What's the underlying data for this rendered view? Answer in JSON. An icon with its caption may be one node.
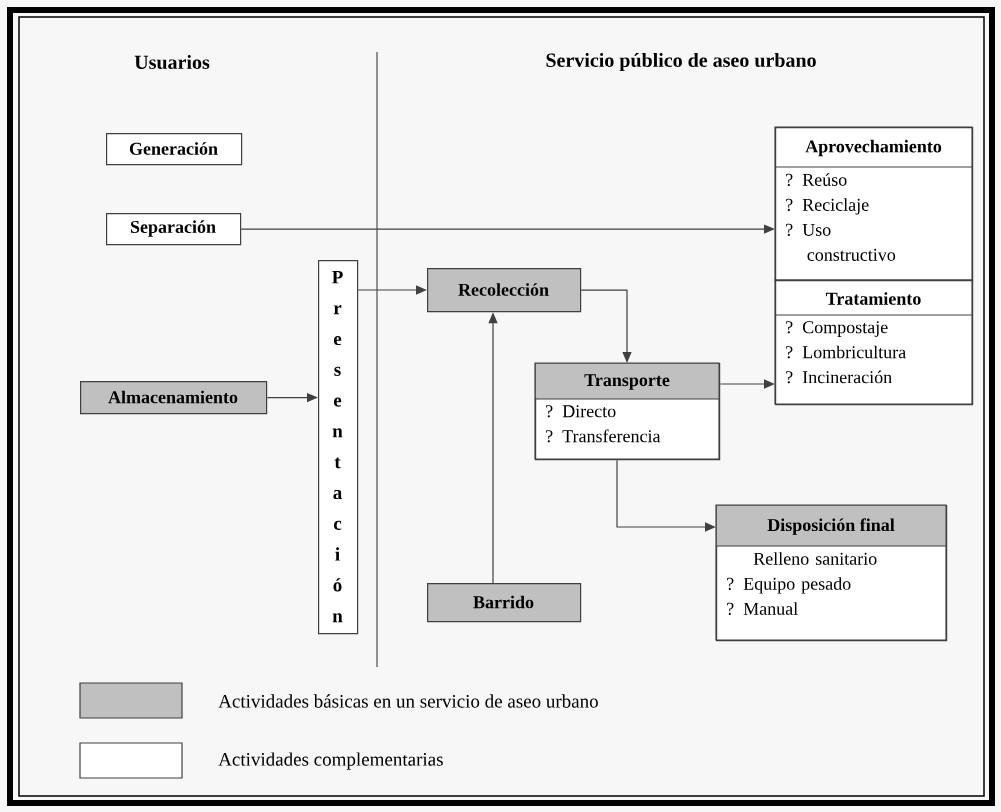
{
  "diagram": {
    "nodes": [
      {
        "text": [
          "Generación"
        ]
      },
      {
        "text": [
          "Separación"
        ]
      },
      {
        "text": [
          "Almacenamiento"
        ]
      },
      {
        "text": [
          "Presentación"
        ]
      },
      {
        "text": [
          "Recolección"
        ]
      },
      {
        "text": [
          "Barrido"
        ]
      },
      {
        "text": [
          "Transporte",
          "? Directo",
          "? Transferencia"
        ]
      },
      {
        "text": [
          "Aprovechamiento",
          "? Reúso",
          "? Reciclaje",
          "? Uso constructivo"
        ]
      },
      {
        "text": [
          "Tratamiento",
          "? Compostaje",
          "? Lombricultura",
          "? Incineración"
        ]
      },
      {
        "text": [
          "Disposición final",
          "Relleno sanitario",
          "? Equipo pesado",
          "? Manual"
        ]
      }
    ],
    "edges": [
      {
        "from": 1,
        "to": 7,
        "arrow": "to"
      },
      {
        "from": 2,
        "to": 3,
        "arrow": "to"
      },
      {
        "from": 3,
        "to": 4,
        "arrow": "to"
      },
      {
        "from": 5,
        "to": 4,
        "arrow": "to"
      },
      {
        "from": 4,
        "to": 6,
        "arrow": "to"
      },
      {
        "from": 6,
        "to": 8,
        "arrow": "to"
      },
      {
        "from": 6,
        "to": 9,
        "arrow": "to"
      }
    ],
    "labels": [
      "Usuarios",
      "Servicio público de aseo urbano"
    ],
    "legend": [
      {
        "text": "Actividades básicas en un servicio de aseo urbano",
        "color": "#c0c0c0"
      },
      {
        "text": "Actividades complementarias",
        "color": "#ffffff"
      }
    ]
  }
}
